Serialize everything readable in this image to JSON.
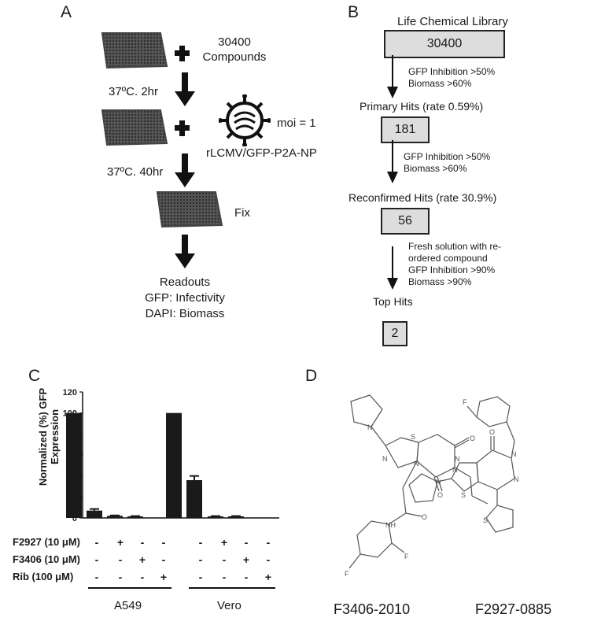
{
  "panels": {
    "a": "A",
    "b": "B",
    "c": "C",
    "d": "D"
  },
  "panel_a": {
    "compounds_count": "30400",
    "compounds_label": "Compounds",
    "step1_temp": "37ºC. 2hr",
    "moi": "moi = 1",
    "virus": "rLCMV/GFP-P2A-NP",
    "step2_temp": "37ºC. 40hr",
    "fix": "Fix",
    "readouts_title": "Readouts",
    "readout_gfp": "GFP: Infectivity",
    "readout_dapi": "DAPI: Biomass"
  },
  "panel_b": {
    "library_title": "Life Chemical Library",
    "library_count": "30400",
    "criteria1_a": "GFP Inhibition >50%",
    "criteria1_b": "Biomass >60%",
    "primary_title": "Primary Hits (rate 0.59%)",
    "primary_count": "181",
    "criteria2_a": "GFP Inhibition >50%",
    "criteria2_b": "Biomass >60%",
    "reconfirmed_title": "Reconfirmed Hits (rate 30.9%)",
    "reconfirmed_count": "56",
    "criteria3_a": "Fresh solution with re-",
    "criteria3_b": "ordered compound",
    "criteria3_c": "GFP Inhibition >90%",
    "criteria3_d": "Biomass >90%",
    "top_title": "Top Hits",
    "top_count": "2"
  },
  "chart_data": {
    "type": "bar",
    "ylabel": "Normalized (%) GFP Expression",
    "ylim": [
      0,
      120
    ],
    "yticks": [
      0,
      20,
      40,
      60,
      80,
      100,
      120
    ],
    "groups": [
      {
        "name": "A549",
        "values": [
          100,
          7,
          2,
          1.5
        ],
        "errors": [
          0,
          1.5,
          0.4,
          0.3
        ]
      },
      {
        "name": "Vero",
        "values": [
          100,
          36,
          1.5,
          1.5
        ],
        "errors": [
          0,
          4,
          0.3,
          0.3
        ]
      }
    ],
    "treatments": [
      {
        "label": "F2927 (10 μM)",
        "signs": [
          "-",
          "+",
          "-",
          "-",
          "-",
          "+",
          "-",
          "-"
        ]
      },
      {
        "label": "F3406 (10 μM)",
        "signs": [
          "-",
          "-",
          "+",
          "-",
          "-",
          "-",
          "+",
          "-"
        ]
      },
      {
        "label": "Rib (100 μM)",
        "signs": [
          "-",
          "-",
          "-",
          "+",
          "-",
          "-",
          "-",
          "+"
        ]
      }
    ]
  },
  "panel_d": {
    "compound1": "F3406-2010",
    "compound2": "F2927-0885",
    "atoms": {
      "S": "S",
      "N": "N",
      "O": "O",
      "F": "F",
      "H": "H"
    }
  }
}
